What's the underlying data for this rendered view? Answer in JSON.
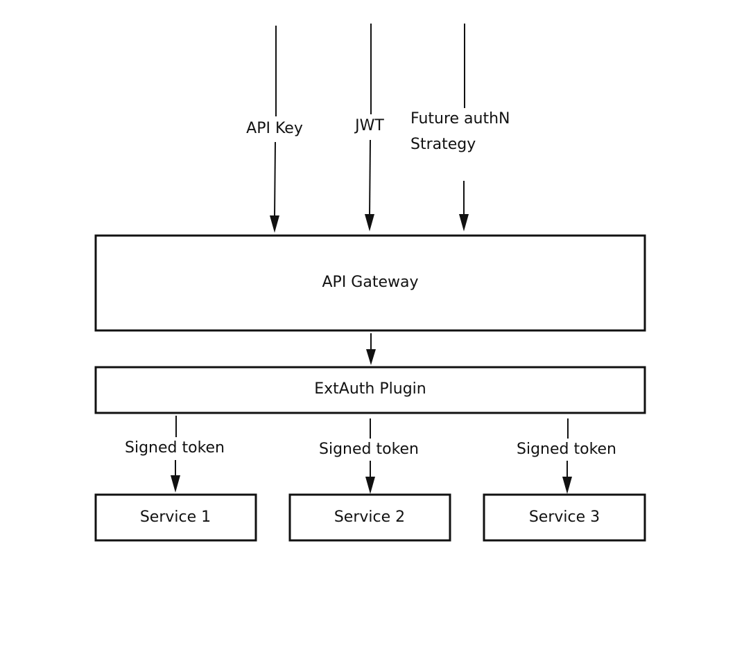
{
  "nodes": {
    "api_gateway": "API Gateway",
    "extauth_plugin": "ExtAuth Plugin",
    "service_1": "Service 1",
    "service_2": "Service 2",
    "service_3": "Service 3"
  },
  "edges": {
    "api_key": "API Key",
    "jwt": "JWT",
    "future_line1": "Future authN",
    "future_line2": "Strategy",
    "signed_token_1": "Signed token",
    "signed_token_2": "Signed token",
    "signed_token_3": "Signed token"
  }
}
